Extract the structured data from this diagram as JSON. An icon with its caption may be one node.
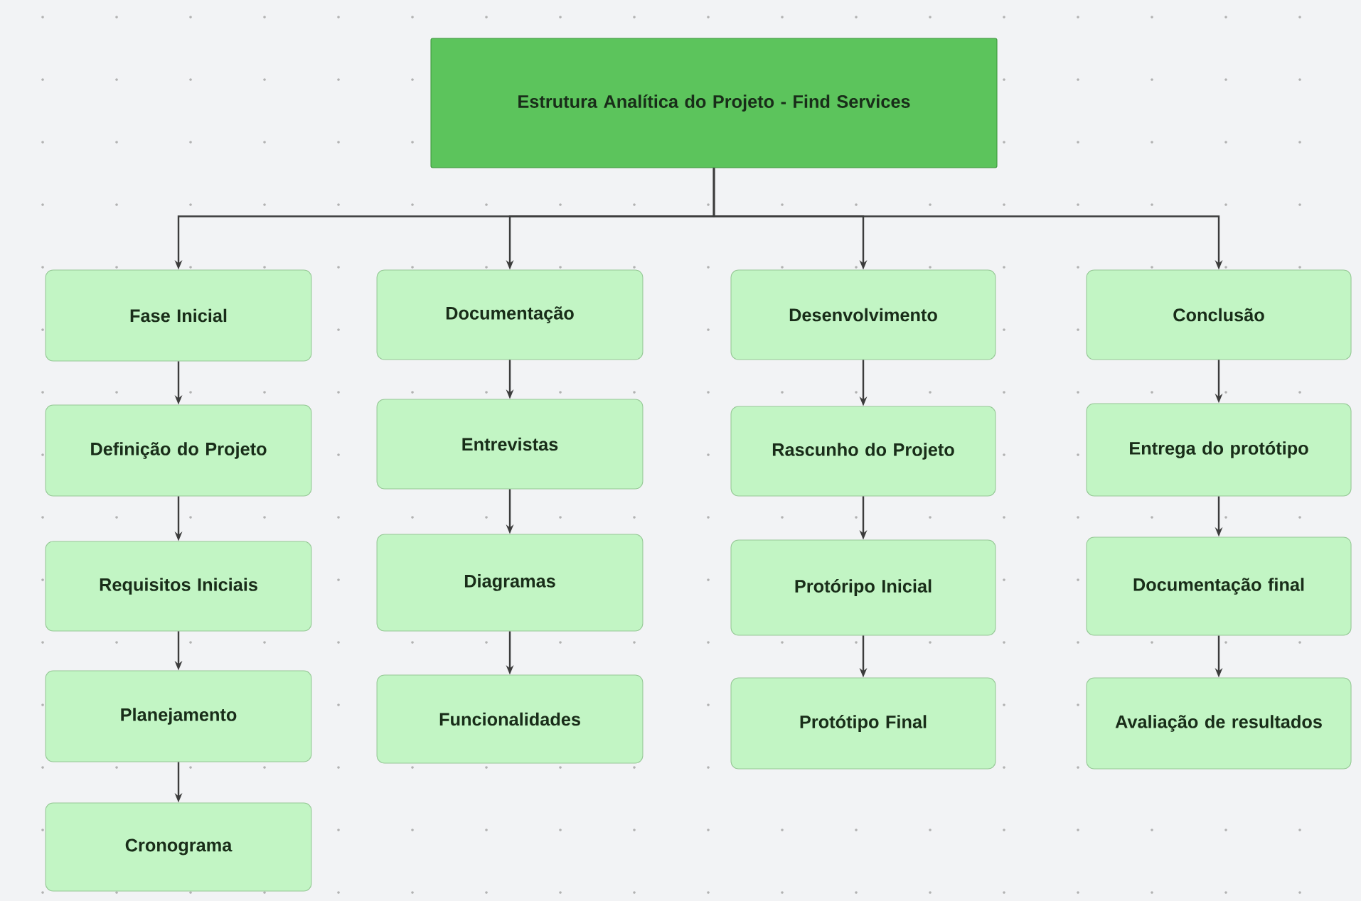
{
  "diagram": {
    "nodes": [
      {
        "text": [
          "Estrutura Analítica do Projeto - Find Services"
        ]
      },
      {
        "text": [
          "Fase Inicial"
        ]
      },
      {
        "text": [
          "Definição do Projeto"
        ]
      },
      {
        "text": [
          "Requisitos Iniciais"
        ]
      },
      {
        "text": [
          "Planejamento"
        ]
      },
      {
        "text": [
          "Cronograma"
        ]
      },
      {
        "text": [
          "Documentação"
        ]
      },
      {
        "text": [
          "Entrevistas"
        ]
      },
      {
        "text": [
          "Diagramas"
        ]
      },
      {
        "text": [
          "Funcionalidades"
        ]
      },
      {
        "text": [
          "Desenvolvimento"
        ]
      },
      {
        "text": [
          "Rascunho do Projeto"
        ]
      },
      {
        "text": [
          "Protóripo Inicial"
        ]
      },
      {
        "text": [
          "Protótipo Final"
        ]
      },
      {
        "text": [
          "Conclusão"
        ]
      },
      {
        "text": [
          "Entrega do protótipo"
        ]
      },
      {
        "text": [
          "Documentação final"
        ]
      },
      {
        "text": [
          "Avaliação de resultados"
        ]
      }
    ],
    "edges": [
      {
        "from": 0,
        "to": 1,
        "arrow": "to"
      },
      {
        "from": 0,
        "to": 6,
        "arrow": "to"
      },
      {
        "from": 0,
        "to": 10,
        "arrow": "to"
      },
      {
        "from": 0,
        "to": 14,
        "arrow": "to"
      },
      {
        "from": 1,
        "to": 2,
        "arrow": "to"
      },
      {
        "from": 2,
        "to": 3,
        "arrow": "to"
      },
      {
        "from": 3,
        "to": 4,
        "arrow": "to"
      },
      {
        "from": 4,
        "to": 5,
        "arrow": "to"
      },
      {
        "from": 6,
        "to": 7,
        "arrow": "to"
      },
      {
        "from": 7,
        "to": 8,
        "arrow": "to"
      },
      {
        "from": 8,
        "to": 9,
        "arrow": "to"
      },
      {
        "from": 10,
        "to": 11,
        "arrow": "to"
      },
      {
        "from": 11,
        "to": 12,
        "arrow": "to"
      },
      {
        "from": 12,
        "to": 13,
        "arrow": "to"
      },
      {
        "from": 14,
        "to": 15,
        "arrow": "to"
      },
      {
        "from": 15,
        "to": 16,
        "arrow": "to"
      },
      {
        "from": 16,
        "to": 17,
        "arrow": "to"
      }
    ]
  }
}
